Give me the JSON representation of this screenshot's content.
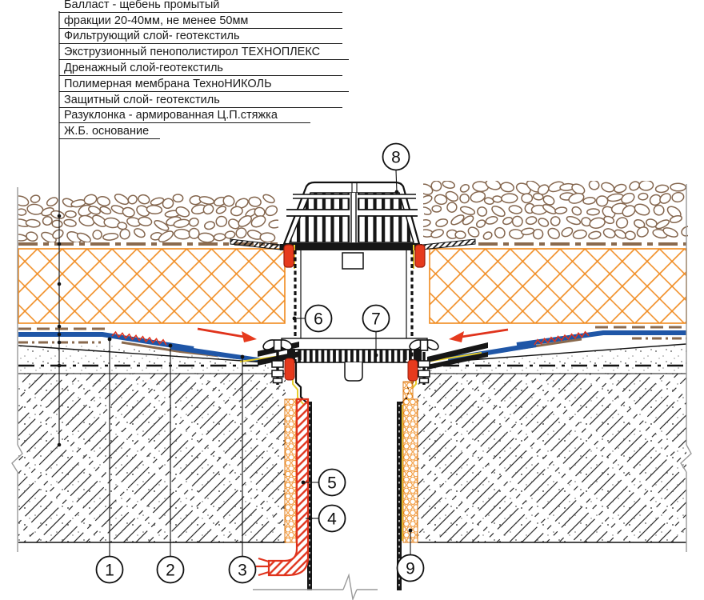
{
  "legend": {
    "lines": [
      "Балласт - щебень промытый",
      "фракции 20-40мм, не менее 50мм",
      "Фильтрующий слой- геотекстиль",
      "Экструзионный пенополистирол ТЕХНОПЛЕКС",
      "Дренажный слой-геотекстиль",
      "Полимерная мембрана ТехноНИКОЛЬ",
      "Защитный слой- геотекстиль",
      "Разуклонка - армированная Ц.П.стяжка",
      "Ж.Б. основание"
    ]
  },
  "callouts": [
    "1",
    "2",
    "3",
    "4",
    "5",
    "6",
    "7",
    "8",
    "9"
  ],
  "colors": {
    "insulation-orange": "#F08A1E",
    "membrane-blue": "#1F56A7",
    "seal-red": "#E63A1D",
    "heater-red": "#E0331C",
    "sealant-yellow": "#E7CD2B",
    "geotextile-brown": "#8A6A4E",
    "pebble-brown": "#84664E",
    "line-dark": "#1A1A1A"
  }
}
